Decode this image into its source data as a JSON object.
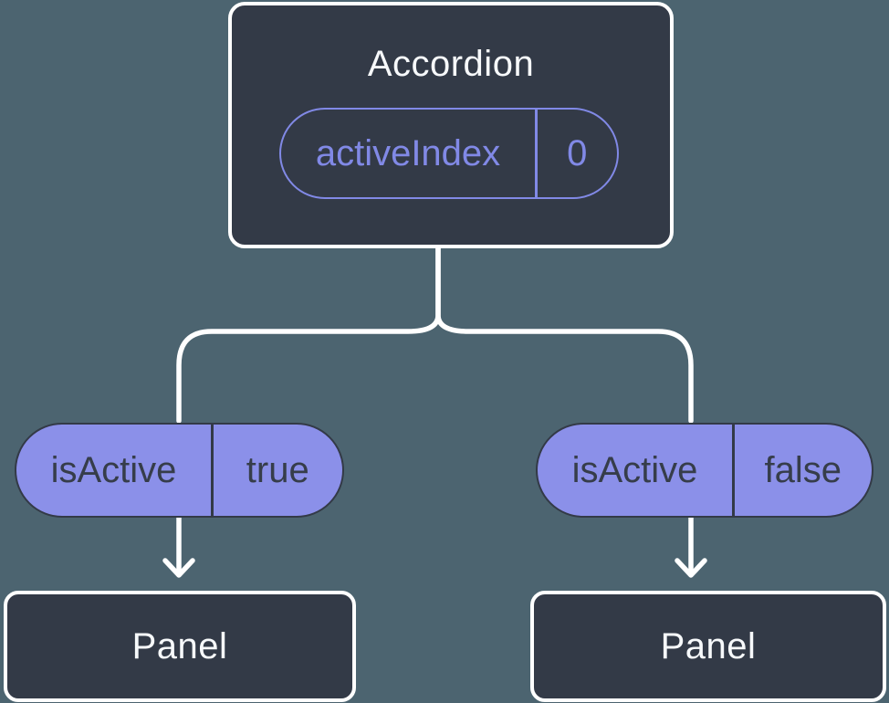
{
  "colors": {
    "background": "#4C6470",
    "node_fill": "#333A47",
    "node_border": "#FFFFFF",
    "state_accent": "#8189E6",
    "prop_fill": "#8B90E9",
    "prop_border": "#333A47",
    "prop_text": "#363D4A",
    "connector": "#FFFFFF"
  },
  "diagram": {
    "root": {
      "title": "Accordion",
      "state": {
        "label": "activeIndex",
        "value": "0"
      }
    },
    "branches": [
      {
        "prop": {
          "label": "isActive",
          "value": "true"
        },
        "child": {
          "title": "Panel"
        }
      },
      {
        "prop": {
          "label": "isActive",
          "value": "false"
        },
        "child": {
          "title": "Panel"
        }
      }
    ]
  }
}
